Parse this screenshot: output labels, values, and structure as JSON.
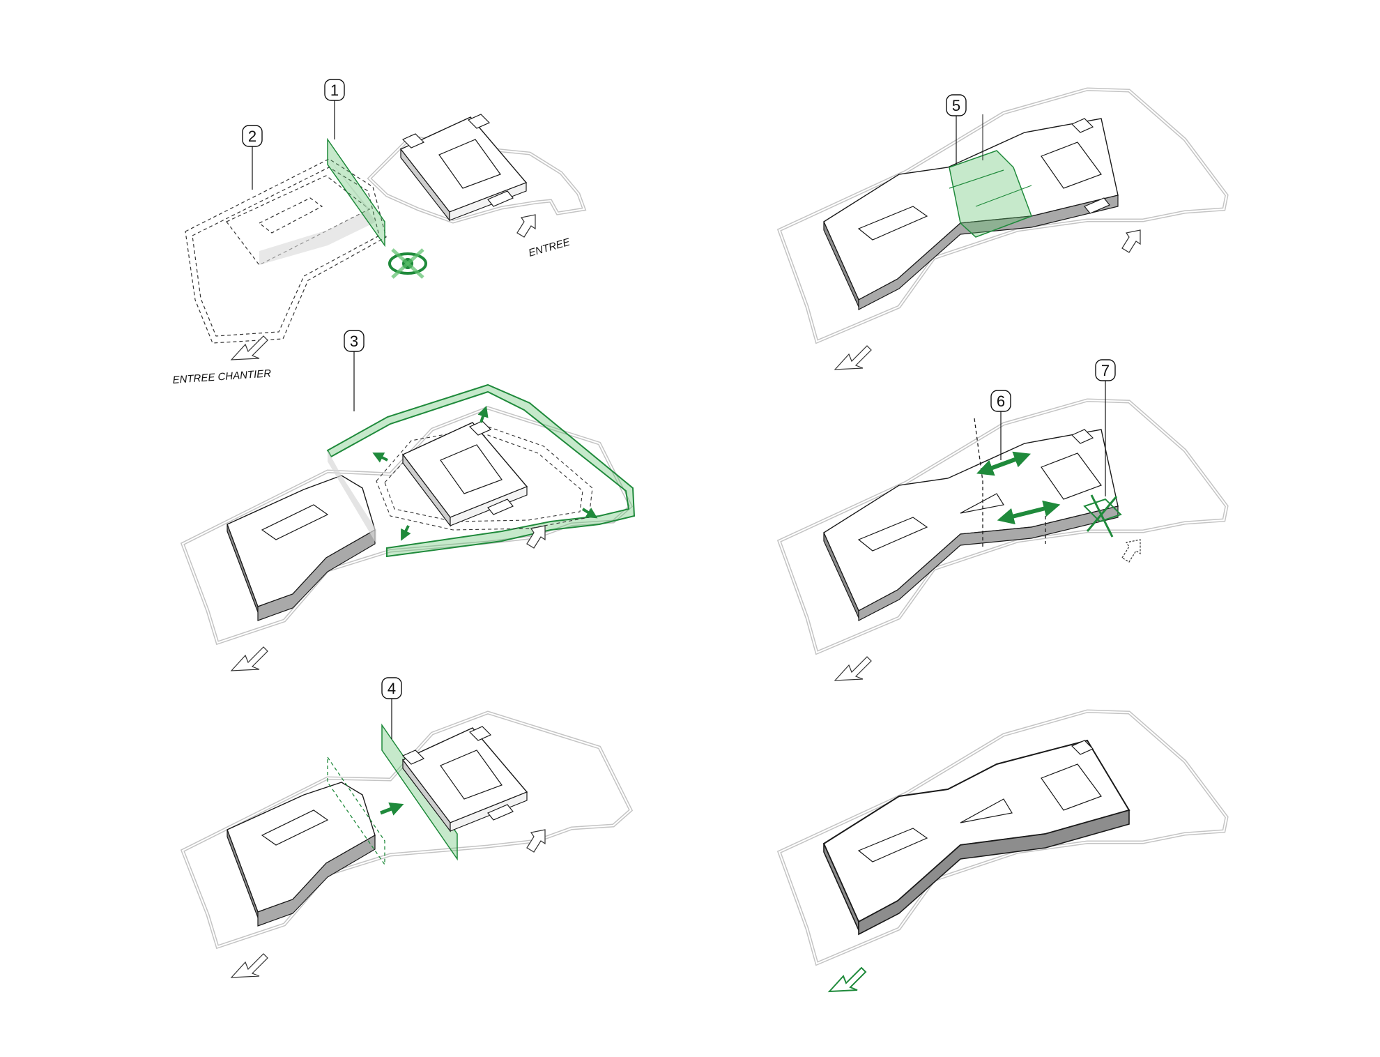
{
  "labels": {
    "entree": "ENTREE",
    "entree_chantier": "ENTREE CHANTIER"
  },
  "markers": [
    "1",
    "2",
    "3",
    "4",
    "5",
    "6",
    "7"
  ],
  "colors": {
    "accent_green": "#1f8a3b",
    "accent_green_fill": "#5bbf6a",
    "site_outline": "#c4c4c4",
    "building_stroke": "#1a1a1a",
    "building_side": "#8d8d8d",
    "building_side_light": "#cfcfcf"
  },
  "icons": {
    "view_blocked": "crossed-eye-icon",
    "entrance": "arrow-icon",
    "removed_entrance": "crossed-out-icon"
  }
}
